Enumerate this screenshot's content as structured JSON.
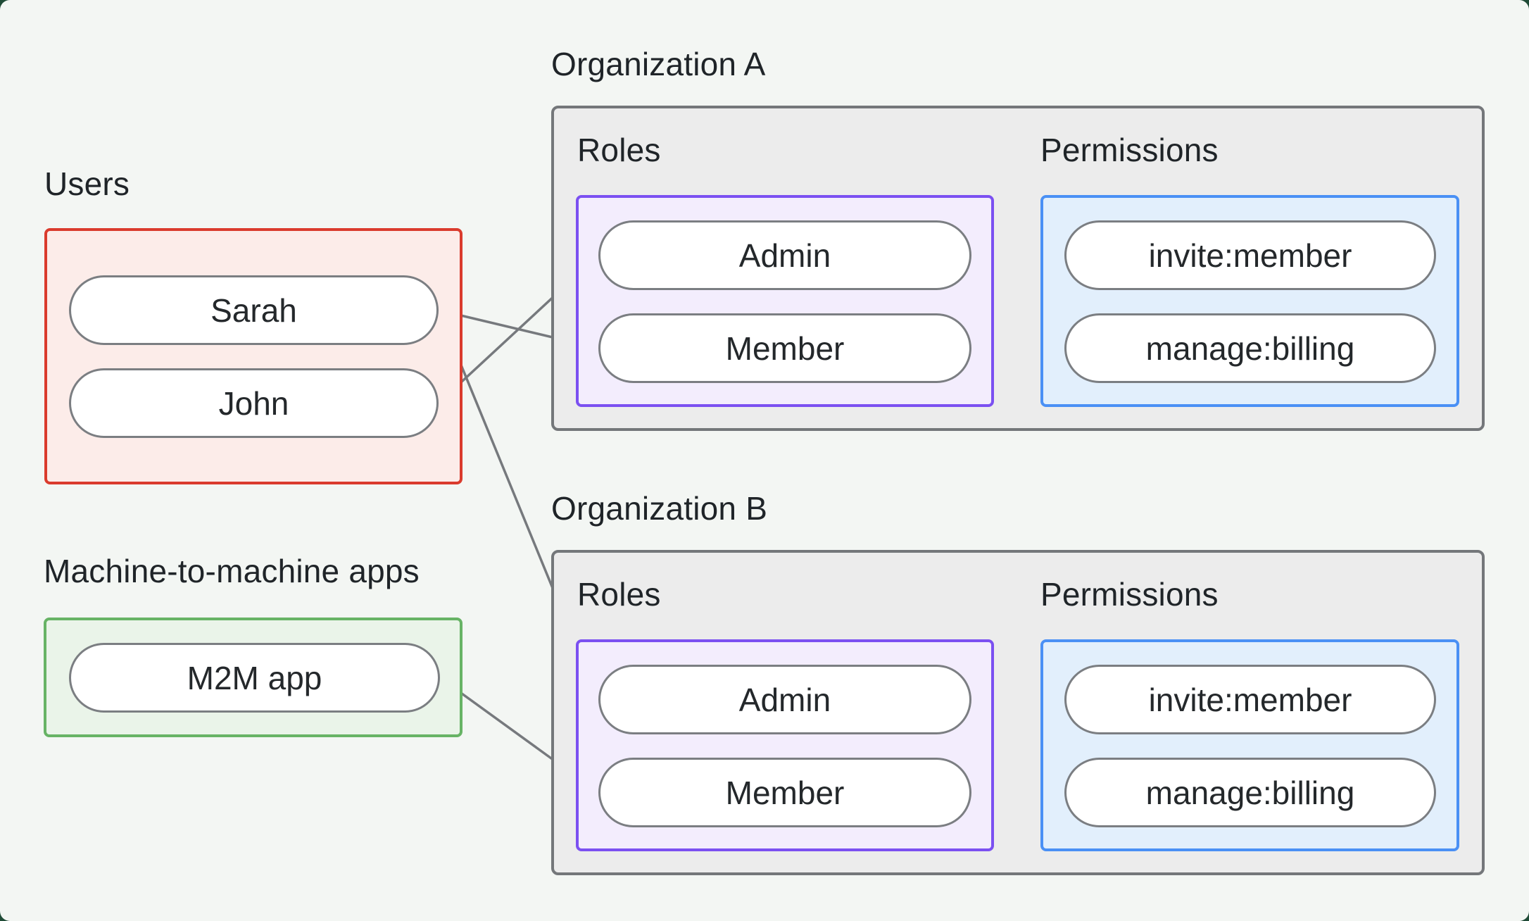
{
  "page": {
    "outer_background": "#1f4b36",
    "panel_background": "#f3f6f3"
  },
  "users_group": {
    "title": "Users",
    "border_color": "#da3b2d",
    "fill_color": "#fcece9",
    "nodes": {
      "sarah": "Sarah",
      "john": "John"
    }
  },
  "m2m_group": {
    "title": "Machine-to-machine apps",
    "border_color": "#67b365",
    "fill_color": "#eaf4e9",
    "nodes": {
      "m2m": "M2M app"
    }
  },
  "org_a": {
    "title": "Organization A",
    "roles_label": "Roles",
    "permissions_label": "Permissions",
    "roles": {
      "admin": "Admin",
      "member": "Member"
    },
    "permissions": {
      "invite": "invite:member",
      "manage": "manage:billing"
    },
    "roles_border_color": "#7b50f1",
    "roles_fill_color": "#f3edfd",
    "permissions_border_color": "#4a90f5",
    "permissions_fill_color": "#e2effc"
  },
  "org_b": {
    "title": "Organization B",
    "roles_label": "Roles",
    "permissions_label": "Permissions",
    "roles": {
      "admin": "Admin",
      "member": "Member"
    },
    "permissions": {
      "invite": "invite:member",
      "manage": "manage:billing"
    },
    "roles_border_color": "#7b50f1",
    "roles_fill_color": "#f3edfd",
    "permissions_border_color": "#4a90f5",
    "permissions_fill_color": "#e2effc"
  },
  "edge_style": {
    "line_color": "#76797d",
    "dot_color": "#6f7276"
  },
  "edges": [
    {
      "from": "sarah-right",
      "to": "org-a-member-left"
    },
    {
      "from": "john-right",
      "to": "org-a-admin-left"
    },
    {
      "from": "sarah-right",
      "to": "org-b-admin-left"
    },
    {
      "from": "m2m-right",
      "to": "org-b-member-left"
    },
    {
      "from": "org-a-admin-right",
      "to": "org-a-invite-left"
    },
    {
      "from": "org-a-admin-right",
      "to": "org-a-manage-left"
    },
    {
      "from": "org-a-member-right",
      "to": "org-a-manage-left"
    },
    {
      "from": "org-b-admin-right",
      "to": "org-b-invite-left"
    },
    {
      "from": "org-b-admin-right",
      "to": "org-b-manage-left"
    },
    {
      "from": "org-b-member-right",
      "to": "org-b-manage-left"
    }
  ]
}
